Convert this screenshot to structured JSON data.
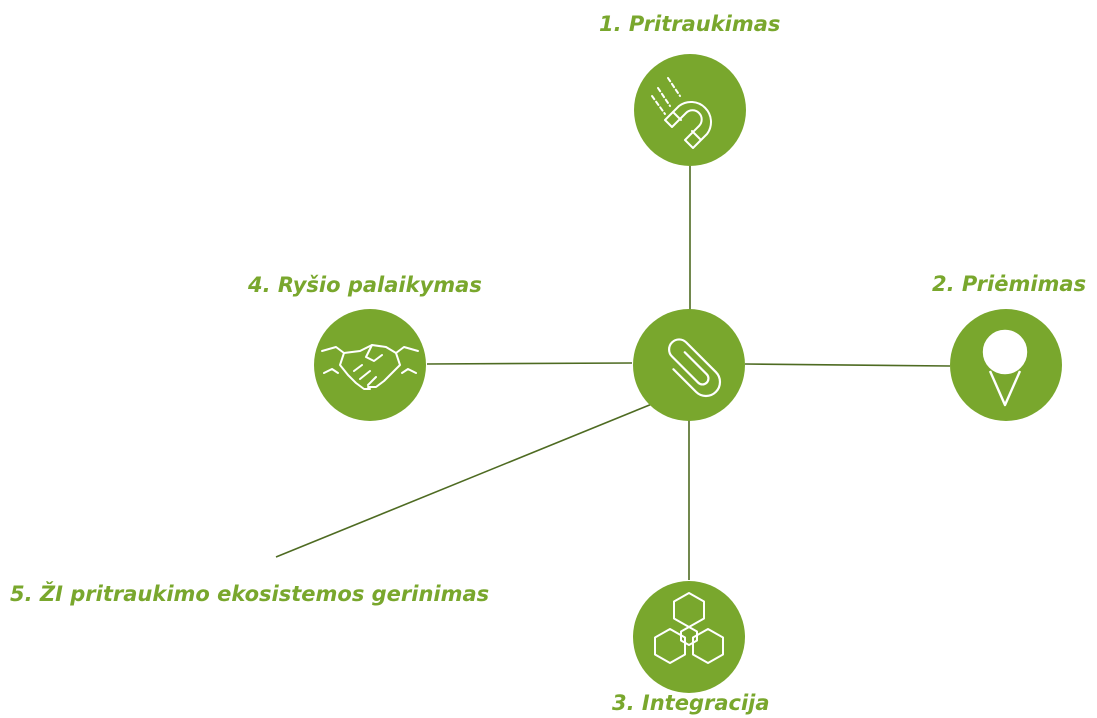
{
  "diagram": {
    "accent_color": "#79a72d",
    "center": {
      "icon": "paperclip-icon"
    },
    "steps": [
      {
        "label": "1. Pritraukimas",
        "icon": "magnet-icon"
      },
      {
        "label": "2. Priėmimas",
        "icon": "location-pin-icon"
      },
      {
        "label": "3. Integracija",
        "icon": "hexagon-cluster-icon"
      },
      {
        "label": "4. Ryšio palaikymas",
        "icon": "handshake-icon"
      },
      {
        "label": "5. ŽI pritraukimo ekosistemos gerinimas"
      }
    ]
  }
}
